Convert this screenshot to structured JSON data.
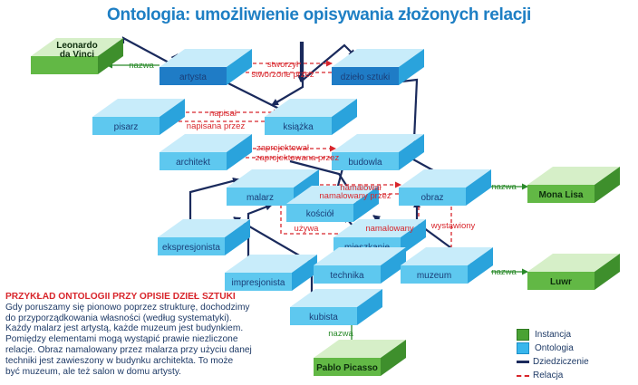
{
  "title": "Ontologia: umożliwienie opisywania złożonych relacji",
  "colors": {
    "ontology_front": "#5ec8ef",
    "ontology_top": "#c8ecfa",
    "ontology_side": "#2aa3dc",
    "ontology_dark_front": "#1f7cc6",
    "instance_front": "#62b845",
    "instance_top": "#d6efc8",
    "instance_side": "#3e8f2c",
    "inheritance": "#1a2a5c",
    "relation": "#d8262c",
    "name_arrow": "#2a8a2a"
  },
  "nodes": [
    {
      "id": "artysta",
      "label": "artysta",
      "type": "ontology"
    },
    {
      "id": "dzielo",
      "label": "dzieło sztuki",
      "type": "ontology"
    },
    {
      "id": "pisarz",
      "label": "pisarz",
      "type": "ontology"
    },
    {
      "id": "ksiazka",
      "label": "książka",
      "type": "ontology"
    },
    {
      "id": "architekt",
      "label": "architekt",
      "type": "ontology"
    },
    {
      "id": "budowla",
      "label": "budowla",
      "type": "ontology"
    },
    {
      "id": "malarz",
      "label": "malarz",
      "type": "ontology"
    },
    {
      "id": "obraz",
      "label": "obraz",
      "type": "ontology"
    },
    {
      "id": "kosciol",
      "label": "kościół",
      "type": "ontology"
    },
    {
      "id": "ekspresjonista",
      "label": "ekspresjonista",
      "type": "ontology"
    },
    {
      "id": "mieszkanie",
      "label": "mieszkanie",
      "type": "ontology"
    },
    {
      "id": "impresjonista",
      "label": "impresjonista",
      "type": "ontology"
    },
    {
      "id": "technika",
      "label": "technika",
      "type": "ontology"
    },
    {
      "id": "muzeum",
      "label": "muzeum",
      "type": "ontology"
    },
    {
      "id": "kubista",
      "label": "kubista",
      "type": "ontology"
    },
    {
      "id": "leonardo",
      "label_lines": [
        "Leonardo",
        "da Vinci"
      ],
      "type": "instance"
    },
    {
      "id": "monalisa",
      "label": "Mona Lisa",
      "type": "instance"
    },
    {
      "id": "luwr",
      "label": "Luwr",
      "type": "instance"
    },
    {
      "id": "picasso",
      "label": "Pablo Picasso",
      "type": "instance"
    }
  ],
  "relations": [
    {
      "from": "artysta",
      "to": "dzielo",
      "label": "stworzył"
    },
    {
      "from": "dzielo",
      "to": "artysta",
      "label": "stworzone przez"
    },
    {
      "from": "pisarz",
      "to": "ksiazka",
      "label": "napisał"
    },
    {
      "from": "ksiazka",
      "to": "pisarz",
      "label": "napisana przez"
    },
    {
      "from": "architekt",
      "to": "budowla",
      "label": "zaprojektował"
    },
    {
      "from": "budowla",
      "to": "architekt",
      "label": "zaprojektowana przez"
    },
    {
      "from": "malarz",
      "to": "obraz",
      "label": "namalował"
    },
    {
      "from": "obraz",
      "to": "malarz",
      "label": "namalowany przez"
    },
    {
      "from": "malarz",
      "to": "technika",
      "label": "używa"
    },
    {
      "from": "obraz",
      "to": "technika",
      "label": "namalowany"
    },
    {
      "from": "obraz",
      "to": "muzeum",
      "label": "wystawiony"
    }
  ],
  "name_links": [
    {
      "from": "artysta",
      "to": "leonardo",
      "label": "nazwa"
    },
    {
      "from": "obraz",
      "to": "monalisa",
      "label": "nazwa"
    },
    {
      "from": "muzeum",
      "to": "luwr",
      "label": "nazwa"
    },
    {
      "from": "kubista",
      "to": "picasso",
      "label": "nazwa"
    }
  ],
  "description": {
    "heading": "PRZYKŁAD ONTOLOGII  PRZY OPISIE DZIEŁ SZTUKI",
    "lines": [
      "Gdy poruszamy się pionowo poprzez strukturę, dochodzimy",
      "do przyporządkowania własności (według systematyki).",
      "Każdy malarz jest artystą, każde muzeum jest budynkiem.",
      "Pomiędzy elementami mogą wystąpić prawie niezliczone",
      "relacje. Obraz namalowany przez malarza przy użyciu danej",
      "techniki jest zawieszony w budynku architekta. To może",
      "być muzeum, ale też salon w domu artysty."
    ]
  },
  "legend": [
    {
      "label": "Instancja",
      "kind": "instance"
    },
    {
      "label": "Ontologia",
      "kind": "ontology"
    },
    {
      "label": "Dziedziczenie",
      "kind": "inheritance"
    },
    {
      "label": "Relacja",
      "kind": "relation"
    }
  ]
}
